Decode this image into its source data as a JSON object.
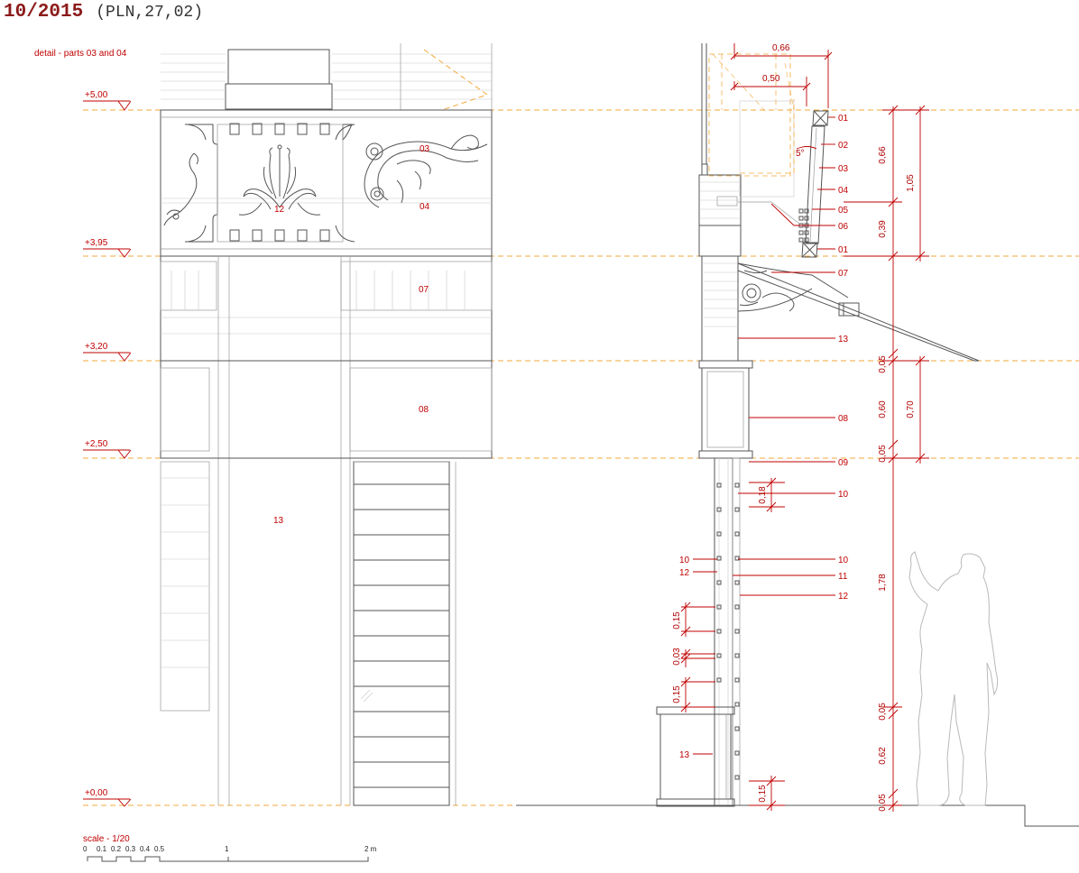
{
  "header": {
    "number": "10/2015",
    "code": "(PLN,27,02)"
  },
  "title": "detail - parts 03 and 04",
  "levels": [
    "+5,00",
    "+3,95",
    "+3,20",
    "+2,50",
    "+0,00"
  ],
  "elevation_labels": [
    "03",
    "12",
    "04",
    "07",
    "08",
    "13"
  ],
  "section_labels": {
    "right": [
      "01",
      "02",
      "03",
      "04",
      "05",
      "06",
      "01",
      "07",
      "13",
      "08",
      "09",
      "10",
      "10",
      "11",
      "12"
    ],
    "left": [
      "10",
      "12",
      "13"
    ]
  },
  "dimensions": {
    "top": [
      "0,66",
      "0,50"
    ],
    "angle": "5°",
    "right_inner": [
      "0,66",
      "0,39",
      "0,05",
      "0,60",
      "0,05",
      "1,78",
      "0,05",
      "0,62",
      "0,05"
    ],
    "right_outer": [
      "1,05",
      "0,70"
    ],
    "column": [
      "0,18",
      "0,15",
      "0,03",
      "0,15",
      "0,15"
    ]
  },
  "scale": {
    "title": "scale - 1/20",
    "ticks": [
      "0",
      "0.1",
      "0.2",
      "0.3",
      "0.4",
      "0.5",
      "1",
      "2 m"
    ]
  }
}
